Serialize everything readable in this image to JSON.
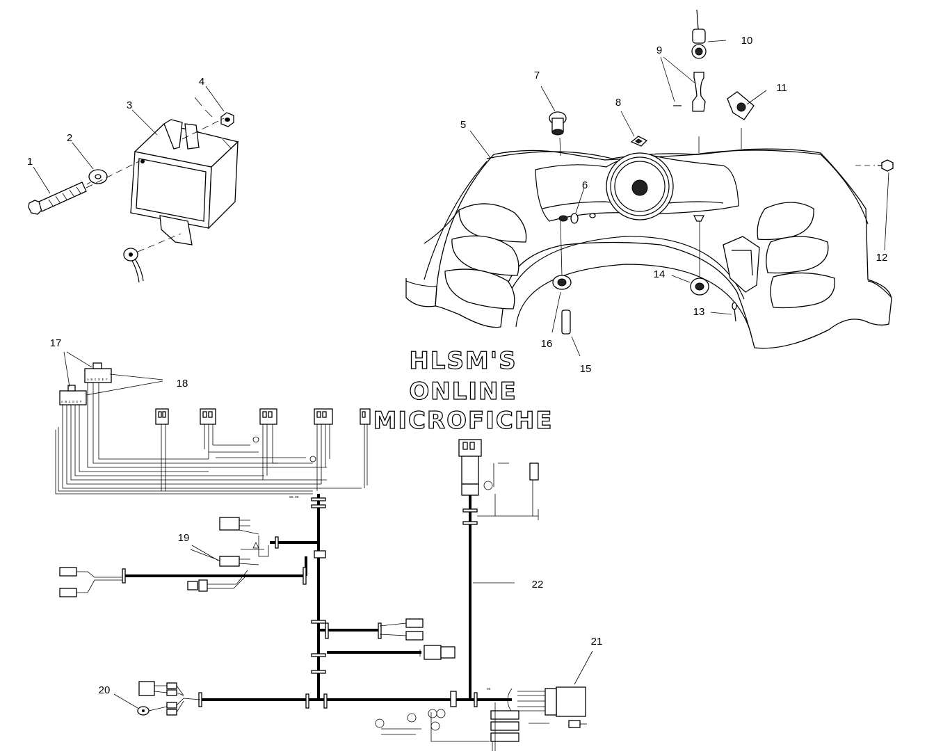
{
  "watermark": {
    "line1": "HLSM'S",
    "line2": "ONLINE",
    "line3": "MICROFICHE"
  },
  "callouts": [
    "1",
    "2",
    "3",
    "4",
    "5",
    "6",
    "7",
    "8",
    "9",
    "10",
    "11",
    "12",
    "13",
    "14",
    "15",
    "16",
    "17",
    "18",
    "19",
    "20",
    "21",
    "22"
  ]
}
